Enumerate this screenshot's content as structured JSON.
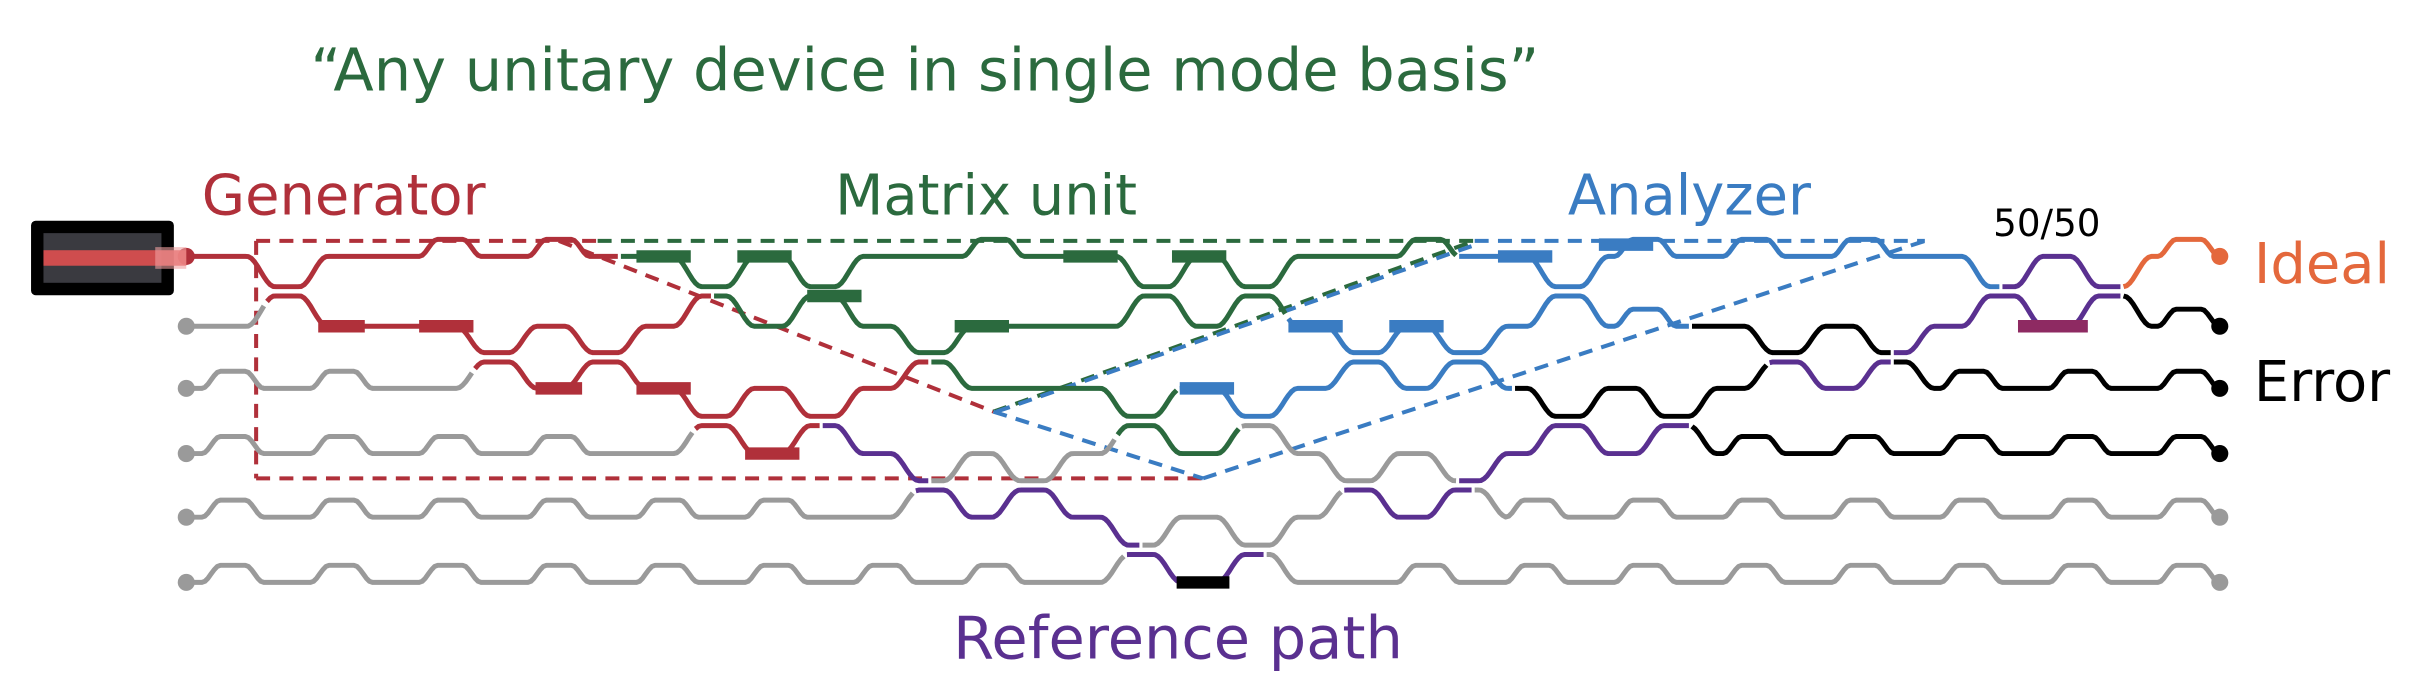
{
  "title": "“Any unitary device in single mode basis”",
  "labels": {
    "generator": "Generator",
    "matrix_unit": "Matrix unit",
    "analyzer": "Analyzer",
    "splitter": "50/50",
    "ideal": "Ideal",
    "error": "Error",
    "reference": "Reference path"
  },
  "colors": {
    "generator": "#b0303a",
    "matrix": "#2b6a3e",
    "analyzer": "#3a7cc2",
    "reference": "#5a3090",
    "idle": "#9a9a9a",
    "ideal": "#e4683c",
    "error": "#000000",
    "splitter_bar": "#8e2a62"
  }
}
